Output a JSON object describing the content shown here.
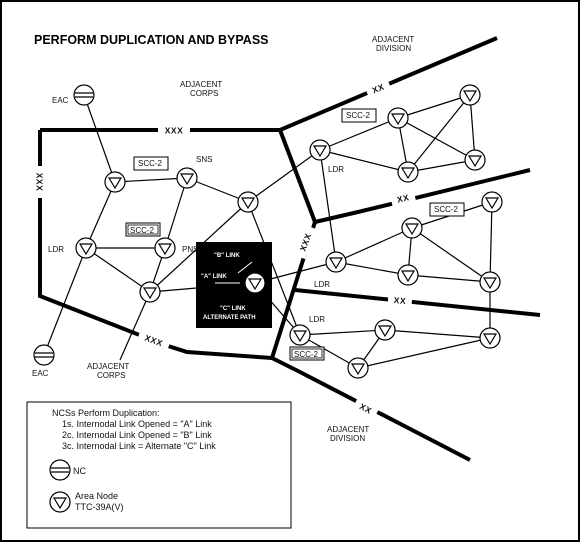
{
  "title": "PERFORM DUPLICATION AND BYPASS",
  "labels": {
    "adjacent_division_top": [
      "ADJACENT",
      "DIVISION"
    ],
    "adjacent_corps_top": [
      "ADJACENT",
      "CORPS"
    ],
    "adjacent_corps_bottom": [
      "ADJACENT",
      "CORPS"
    ],
    "adjacent_division_bottom": [
      "ADJACENT",
      "DIVISION"
    ],
    "eac_top": "EAC",
    "eac_bottom": "EAC",
    "sns": "SNS",
    "pns": "PNS",
    "ldr_left": "LDR",
    "ldr_mid": "LDR",
    "ldr_right": "LDR",
    "ldr_lower": "LDR"
  },
  "scc_boxes": [
    "SCC-2",
    "SCC-2",
    "SCC-2",
    "SCC-2",
    "SCC-2"
  ],
  "echelons": {
    "xxx_top": "XXX",
    "xxx_left": "XXX",
    "xxx_bottom": "XXX",
    "xxx_center": "XXX",
    "xx_top": "XX",
    "xx_mid1": "XX",
    "xx_mid2": "XX",
    "xx_bottom": "XX"
  },
  "callout": {
    "b_link": "\"B\" LINK",
    "a_link": "\"A\" LINK",
    "c_link": "\"C\" LINK",
    "alternate_path": "ALTERNATE PATH"
  },
  "legend": {
    "header": "NCSs Perform Duplication:",
    "items": [
      "1s. Internodal Link Opened = \"A\" Link",
      "2c. Internodal Link Opened = \"B\" Link",
      "3c. Internodal Link = Alternate \"C\" Link"
    ],
    "nc_label": "NC",
    "area_node_line1": "Area Node",
    "area_node_line2": "TTC-39A(V)"
  }
}
